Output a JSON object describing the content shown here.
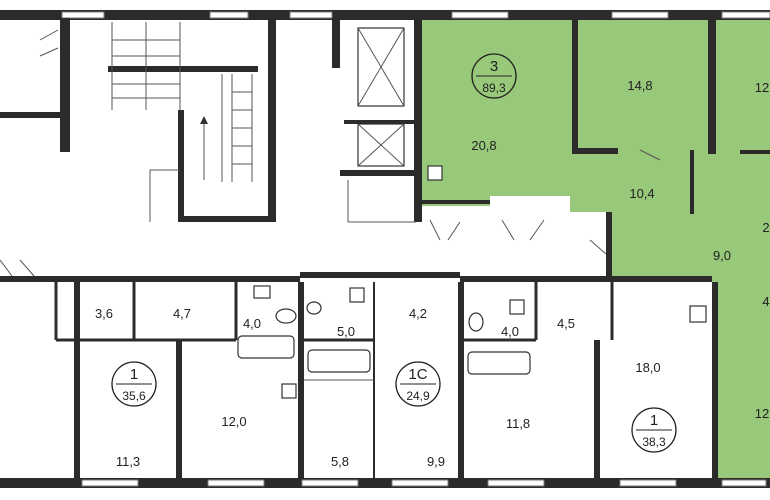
{
  "colors": {
    "highlight": "#98c879",
    "wall": "#2b2b2b",
    "background": "#ffffff"
  },
  "apartments": [
    {
      "rooms": "3",
      "area": "89,3"
    },
    {
      "rooms": "1",
      "area": "35,6"
    },
    {
      "rooms": "1С",
      "area": "24,9"
    },
    {
      "rooms": "1",
      "area": "38,3"
    }
  ],
  "rooms": {
    "r_20_8": "20,8",
    "r_14_8": "14,8",
    "r_12_top": "12",
    "r_10_4": "10,4",
    "r_9_0": "9,0",
    "r_2": "2",
    "r_4": "4",
    "r_12_right": "12",
    "r_3_6": "3,6",
    "r_4_7": "4,7",
    "r_4_0_a": "4,0",
    "r_5_0": "5,0",
    "r_4_2": "4,2",
    "r_4_0_b": "4,0",
    "r_4_5": "4,5",
    "r_18_0": "18,0",
    "r_12_0": "12,0",
    "r_11_3": "11,3",
    "r_5_8": "5,8",
    "r_9_9": "9,9",
    "r_11_8": "11,8"
  }
}
